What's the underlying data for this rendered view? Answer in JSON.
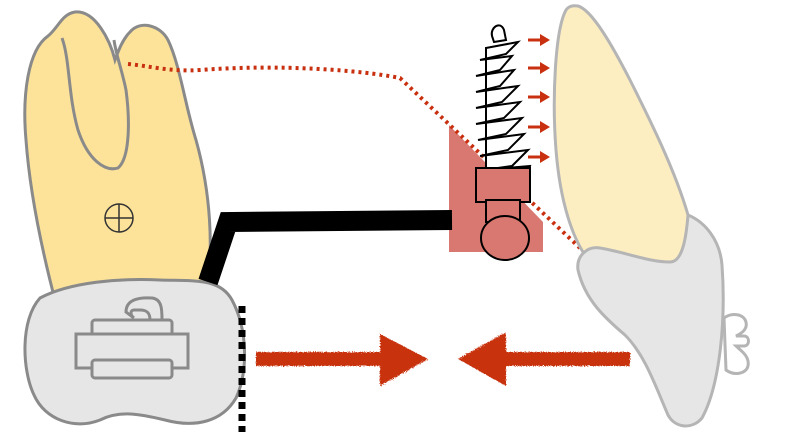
{
  "diagram": {
    "colors": {
      "molar_crown": "#fde39a",
      "molar_outline": "#8a8a8a",
      "tooth_gray": "#e6e6e6",
      "incisor_crown": "#fdeec2",
      "incisor_outline": "#b5b5b5",
      "screw_zone": "#d97870",
      "force_arrow": "#c8300f",
      "dotted_line": "#c8300f",
      "arm": "#000000",
      "screw_stroke": "#000000"
    },
    "icons": {
      "center_marker": "circle-cross-icon",
      "bracket": "orthodontic-bracket-icon",
      "mini_screw": "mini-screw-icon",
      "incisor_bracket": "incisor-bracket-icon"
    },
    "force_arrows": {
      "left_direction": "right",
      "right_direction": "left",
      "screw_arrow_count": 5
    }
  }
}
